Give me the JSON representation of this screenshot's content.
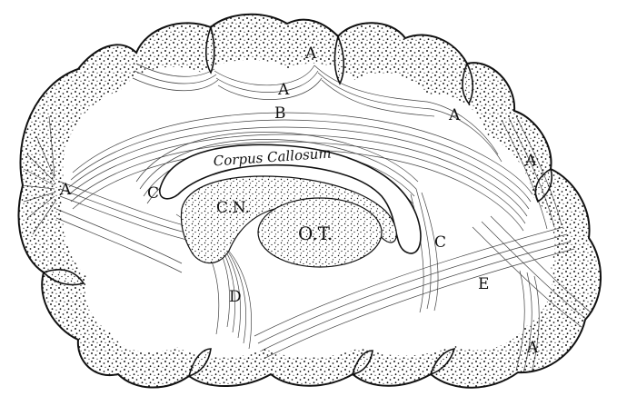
{
  "diagram": {
    "structure_labels": {
      "corpus_callosum": "Corpus Callosum",
      "caudate_nucleus": "C.N.",
      "optic_thalamus": "O.T."
    },
    "fiber_labels": {
      "a_top_center": "A",
      "a_top_mid": "A",
      "a_top_right": "A",
      "a_right_edge": "A",
      "a_left_pole": "A",
      "a_bottom_right": "A",
      "b": "B",
      "c_left": "C",
      "c_right": "C",
      "d": "D",
      "e": "E"
    },
    "colors": {
      "ink": "#111111",
      "paper": "#ffffff"
    }
  }
}
